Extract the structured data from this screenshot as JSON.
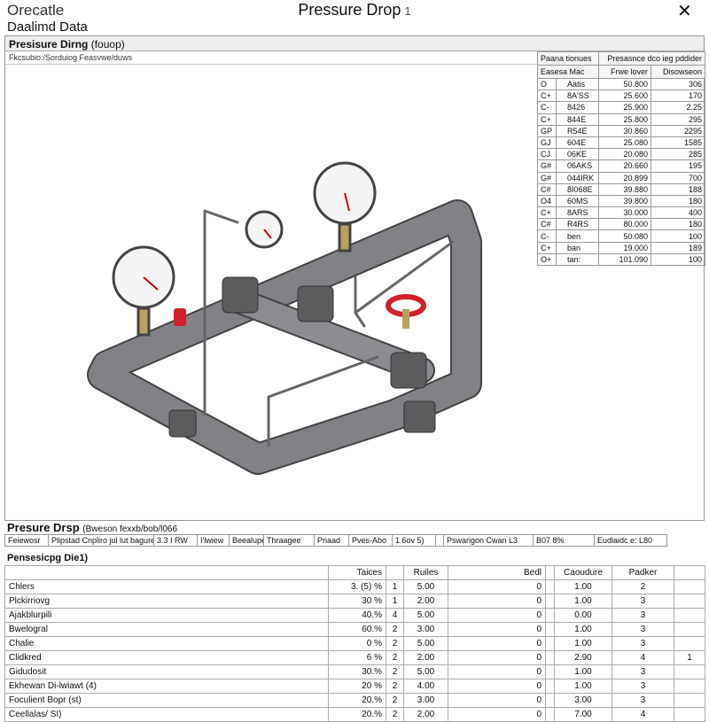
{
  "app_name": "Orecatle",
  "window": {
    "title": "Pressure Drop",
    "title_suffix": "1",
    "close_icon": "close-icon"
  },
  "section_title": "Daalimd Data",
  "panel": {
    "header": "Presisure Dirng",
    "header_suffix": "(fouop)",
    "subheader": "Fkcsubio:/Sorduiog Feasvwe/duws"
  },
  "right_table": {
    "headers": [
      [
        "Paana tionues",
        "Presasnce dco ieg pddider"
      ],
      [
        "Easesa Mac",
        "Frwe lover",
        "Disowseon"
      ]
    ],
    "rows": [
      [
        "O",
        "Aatis",
        "50.800",
        "306"
      ],
      [
        "C+",
        "8A'SS",
        "25.600",
        "170"
      ],
      [
        "C-",
        "8426",
        "25.900",
        "2.25"
      ],
      [
        "C+",
        "844E",
        "25.800",
        "295"
      ],
      [
        "GP",
        "R54E",
        "30.860",
        "2295"
      ],
      [
        "GJ",
        "604E",
        "25.080",
        "1585"
      ],
      [
        "CJ",
        "06KE",
        "20.080",
        "285"
      ],
      [
        "G#",
        "06AKS",
        "20.660",
        "195"
      ],
      [
        "G#",
        "044IRK",
        "20.899",
        "700"
      ],
      [
        "C#",
        "8I068E",
        "39.880",
        "188"
      ],
      [
        "O4",
        "60MS",
        "39.800",
        "180"
      ],
      [
        "C+",
        "8ARS",
        "30.000",
        "400"
      ],
      [
        "C#",
        "R4RS",
        "80.000",
        "180"
      ],
      [
        "C-",
        "ben",
        "50.080",
        "100"
      ],
      [
        "C+",
        "ban",
        "19.000",
        "189"
      ],
      [
        "O+",
        "tan:",
        "101.090",
        "100"
      ]
    ]
  },
  "bottom": {
    "title": "Presure Drsp",
    "title_suffix": "(Bweson fexxb/bob/l066",
    "fields": [
      "Feiewosr",
      "Plipstad Cnpliro jul lut bagure",
      "3.3 I RW",
      "I'lwiew",
      "Beealupe",
      "Thraagee",
      "Priaad",
      "Pves-Abo",
      "1 6ov 5)",
      "",
      "Pswarigon Cwan L3",
      "B07 8%",
      "Eudlaidc e: L80"
    ],
    "subtitle": "Pensesicpg Die1)",
    "table": {
      "headers": [
        "",
        "Taices",
        "",
        "Ruiles",
        "Bedl",
        "",
        "Caoudure",
        "Padker",
        ""
      ],
      "rows": [
        [
          "Chlers",
          "3. (5) %",
          "1",
          "5.00",
          "0",
          "",
          "1.00",
          "2",
          ""
        ],
        [
          "Plckirriovg",
          "30 %",
          "1",
          "2.00",
          "0",
          "",
          "1.00",
          "3",
          ""
        ],
        [
          "Ajakblurpili",
          "40.%",
          "4",
          "5.00",
          "0",
          "",
          "0.00",
          "3",
          ""
        ],
        [
          "Bwelogral",
          "60.%",
          "2",
          "3.00",
          "0",
          "",
          "1.00",
          "3",
          ""
        ],
        [
          "Chalie",
          "0 %",
          "2",
          "5.00",
          "0",
          "",
          "1.00",
          "3",
          ""
        ],
        [
          "Clidkred",
          "6 %",
          "2",
          "2.00",
          "0",
          "",
          "2.90",
          "4",
          "1"
        ],
        [
          "Gidudosit",
          "30.%",
          "2",
          "5.00",
          "0",
          "",
          "1.00",
          "3",
          ""
        ],
        [
          "Ekhewan Di-lwiawt (4)",
          "20 %",
          "2",
          "4.00",
          "0",
          "",
          "1.00",
          "3",
          ""
        ],
        [
          "Foculient Bopr (st)",
          "20.%",
          "2",
          "3.00",
          "0",
          "",
          "3.00",
          "3",
          ""
        ],
        [
          "Ceellalas/ SI)",
          "20.%",
          "2",
          "2.00",
          "0",
          "",
          "7.00",
          "4",
          ""
        ]
      ]
    }
  },
  "colors": {
    "pipe": "#77797c",
    "valve_handle": "#d0202a",
    "brass": "#b8a060"
  }
}
